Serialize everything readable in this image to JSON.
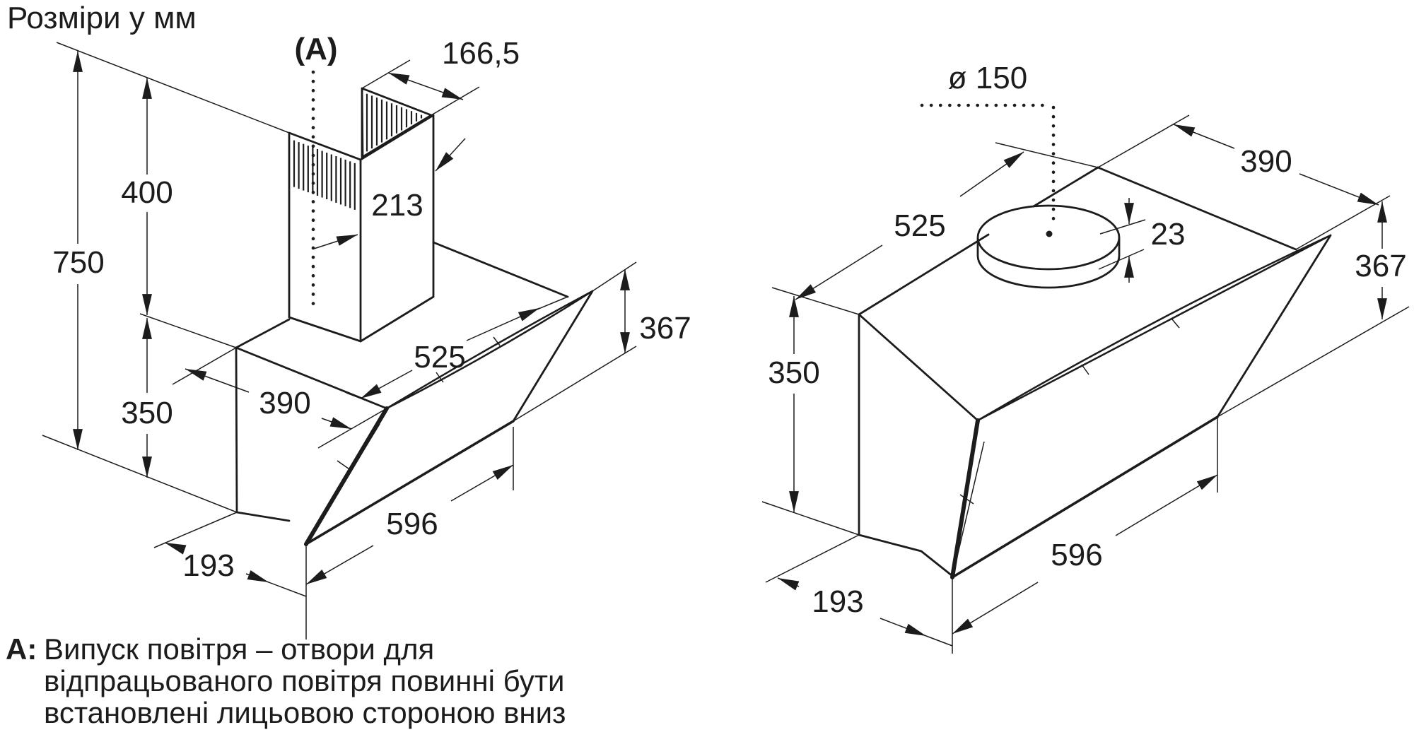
{
  "title": "Розміри у мм",
  "left_diagram": {
    "vent_label": "(A)",
    "dims": {
      "flue_top_depth": "166,5",
      "chimney_height": "400",
      "total_height": "750",
      "chimney_width": "213",
      "top_width": "525",
      "glass_height": "367",
      "top_depth": "390",
      "body_height": "350",
      "glass_width": "596",
      "bottom_depth": "193"
    }
  },
  "right_diagram": {
    "dims": {
      "duct_diameter": "ø 150",
      "top_width": "525",
      "top_depth": "390",
      "collar_height": "23",
      "glass_height": "367",
      "body_height": "350",
      "glass_width": "596",
      "bottom_depth": "193"
    }
  },
  "footnote": {
    "marker": "A:",
    "lines": [
      "Випуск повітря – отвори для",
      "відпрацьованого повітря повинні бути",
      "встановлені лицьовою стороною вниз"
    ]
  }
}
